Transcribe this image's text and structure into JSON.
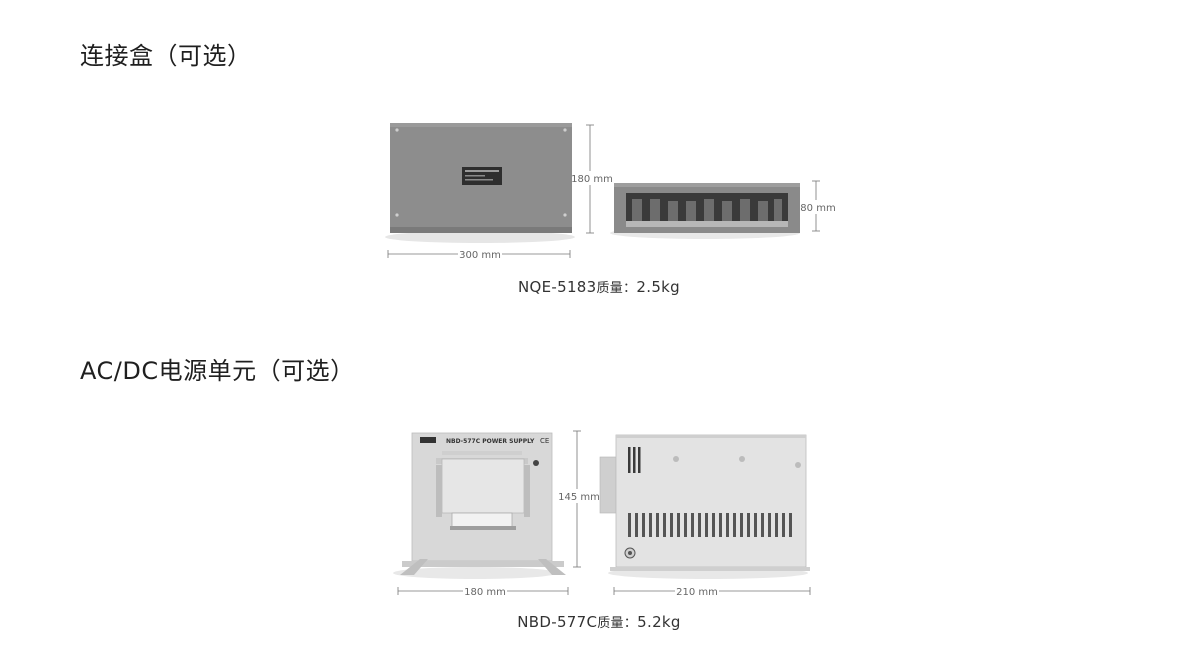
{
  "sections": [
    {
      "title": "连接盒（可选）",
      "product": {
        "model": "NQE-5183",
        "mass_label": "质量：",
        "mass_value": "2.5kg"
      },
      "dimensions": {
        "width": "300 mm",
        "height": "180 mm",
        "depth": "80 mm"
      }
    },
    {
      "title": "AC/DC电源单元（可选）",
      "product": {
        "model": "NBD-577C",
        "mass_label": "质量：",
        "mass_value": "5.2kg"
      },
      "front_panel_label": "NBD-577C POWER SUPPLY",
      "dimensions": {
        "width": "180 mm",
        "height": "145 mm",
        "depth": "210 mm"
      }
    }
  ],
  "colors": {
    "junction_box_body": "#8a8a8a",
    "power_unit_body": "#d9d9d9"
  }
}
